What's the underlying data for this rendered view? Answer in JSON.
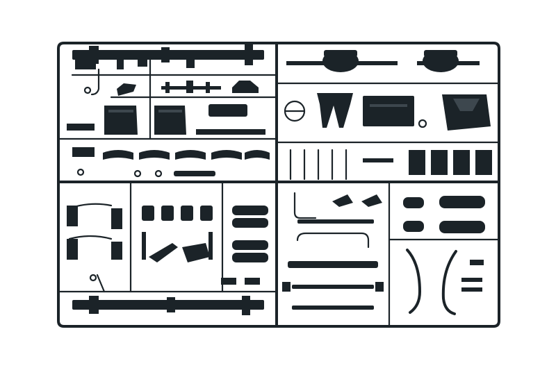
{
  "image": {
    "background_color": "#ffffff",
    "part_color": "#1b2328",
    "subject": "sprue-frame",
    "sections": [
      "chassis-rail-section",
      "axle-section",
      "fuel-tank-section",
      "battery-box-section",
      "suspension-section",
      "steering-arm-section",
      "exhaust-section",
      "front-axle-section"
    ]
  }
}
